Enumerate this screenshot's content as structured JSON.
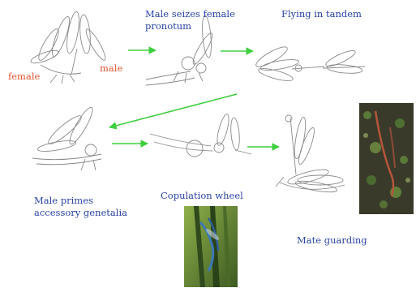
{
  "labels": {
    "female": "female",
    "male": "male",
    "seize_line1": "Male seizes female",
    "seize_line2": "pronotum",
    "tandem": "Flying in tandem",
    "primes_line1": "Male primes",
    "primes_line2": "accessory genetalia",
    "wheel": "Copulation wheel",
    "guarding": "Mate guarding"
  },
  "colors": {
    "label_text": "#2a43a6",
    "sex_label_text": "#e2552f",
    "arrow": "#3ecf3e",
    "sketch_line": "#8a8a8a"
  }
}
